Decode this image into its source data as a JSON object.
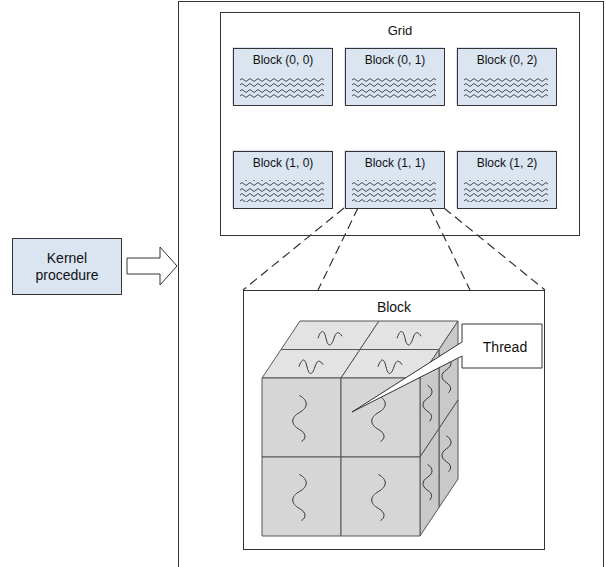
{
  "diagram": {
    "nodes": [
      {
        "text": [
          "Grid"
        ]
      },
      {
        "text": [
          "Block (0, 0)"
        ],
        "in": 0
      },
      {
        "text": [
          "Block (0, 1)"
        ],
        "in": 0
      },
      {
        "text": [
          "Block (0, 2)"
        ],
        "in": 0
      },
      {
        "text": [
          "Block (1, 0)"
        ],
        "in": 0
      },
      {
        "text": [
          "Block (1, 1)"
        ],
        "in": 0
      },
      {
        "text": [
          "Block (1, 2)"
        ],
        "in": 0
      },
      {
        "text": [
          "Kernel procedure"
        ]
      },
      {
        "text": [
          "Block"
        ]
      },
      {
        "text": [
          "Thread"
        ],
        "in": 8
      }
    ]
  }
}
